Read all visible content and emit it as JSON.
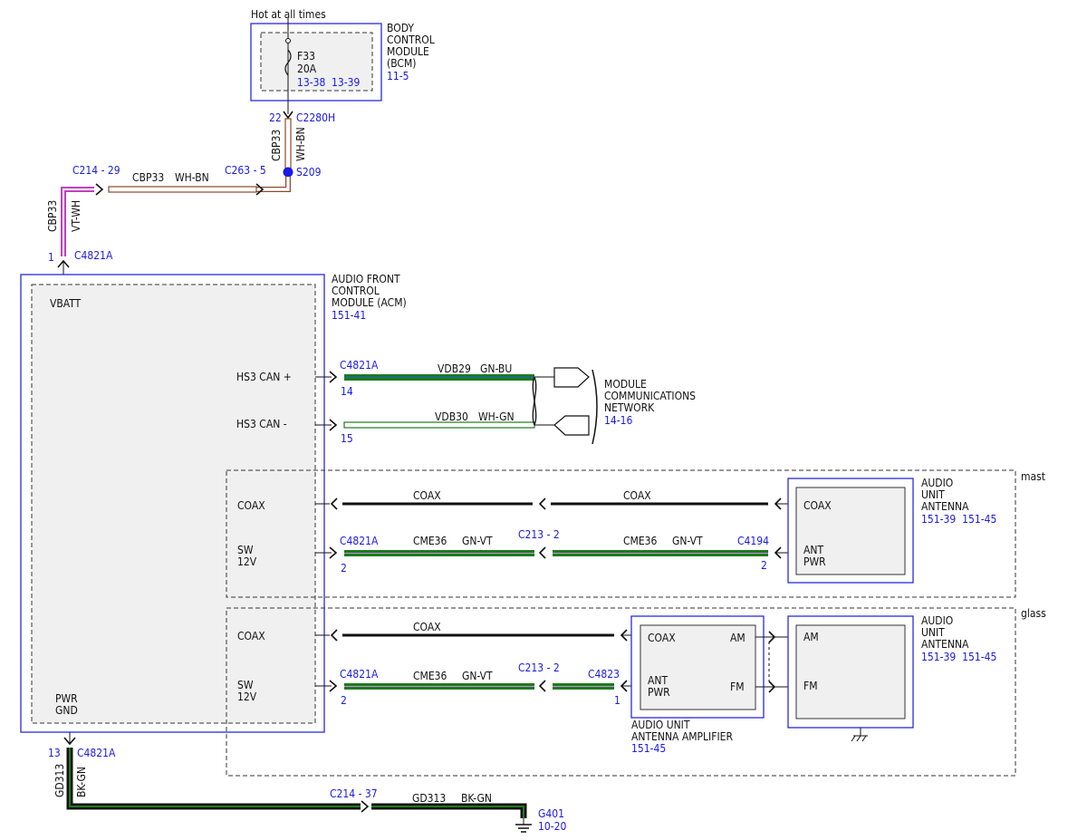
{
  "colors": {
    "module_border": "#2a2ae0",
    "label_blue": "#1a1ae6",
    "wire_green": "#1e7a1e",
    "wire_violet": "#c040c0",
    "wire_brown": "#8b4a2b",
    "wire_black": "#111111",
    "splice": "#1a1ae6"
  },
  "top": {
    "hot_label": "Hot at all times",
    "bcm": {
      "name_lines": [
        "BODY",
        "CONTROL",
        "MODULE",
        "(BCM)"
      ],
      "ref": "11-5",
      "fuse_name": "F33",
      "fuse_rating": "20A",
      "fuse_ref_1": "13-38",
      "fuse_ref_2": "13-39"
    },
    "c2280h_pin": "22",
    "c2280h": "C2280H",
    "vert_circuit": "CBP33",
    "vert_color": "WH-BN",
    "splice_name": "S209",
    "c214_29": "C214 - 29",
    "c263_5": "C263 - 5",
    "horiz_circuit": "CBP33",
    "horiz_color": "WH-BN",
    "left_circuit": "CBP33",
    "left_color": "VT-WH",
    "acm_vbatt_pin": "1",
    "acm_vbatt_conn": "C4821A"
  },
  "acm": {
    "name_lines": [
      "AUDIO FRONT",
      "CONTROL",
      "MODULE (ACM)"
    ],
    "ref": "151-41",
    "pins": {
      "vbatt": "VBATT",
      "hs3_can_plus": "HS3 CAN +",
      "hs3_can_minus": "HS3 CAN -",
      "coax_mast": "COAX",
      "sw_mast_1": "SW",
      "sw_mast_2": "12V",
      "coax_glass": "COAX",
      "sw_glass_1": "SW",
      "sw_glass_2": "12V",
      "pwr": "PWR",
      "gnd": "GND"
    }
  },
  "can": {
    "conn": "C4821A",
    "pin14": "14",
    "pin15": "15",
    "plus_circuit": "VDB29",
    "plus_color": "GN-BU",
    "minus_circuit": "VDB30",
    "minus_color": "WH-GN",
    "network_lines": [
      "MODULE",
      "COMMUNICATIONS",
      "NETWORK"
    ],
    "network_ref": "14-16"
  },
  "mast": {
    "region_label": "mast",
    "coax_left": "COAX",
    "coax_right": "COAX",
    "conn_acm": "C4821A",
    "pin_acm": "2",
    "circuit_left": "CME36",
    "color_left": "GN-VT",
    "inline_conn": "C213 - 2",
    "circuit_right": "CME36",
    "color_right": "GN-VT",
    "conn_ant": "C4194",
    "pin_ant": "2",
    "antenna_pin_coax": "COAX",
    "antenna_pin_ant": "ANT",
    "antenna_pin_pwr": "PWR",
    "antenna_lines": [
      "AUDIO",
      "UNIT",
      "ANTENNA"
    ],
    "antenna_ref": "151-39  151-45"
  },
  "glass": {
    "region_label": "glass",
    "coax": "COAX",
    "conn_acm": "C4821A",
    "pin_acm": "2",
    "circuit_left": "CME36",
    "color_left": "GN-VT",
    "inline_conn": "C213 - 2",
    "conn_amp": "C4823",
    "pin_amp": "1",
    "amp_coax": "COAX",
    "amp_am": "AM",
    "amp_ant": "ANT",
    "amp_pwr": "PWR",
    "amp_fm": "FM",
    "amp_lines": [
      "AUDIO UNIT",
      "ANTENNA AMPLIFIER"
    ],
    "amp_ref": "151-45",
    "ant_am": "AM",
    "ant_fm": "FM",
    "antenna_lines": [
      "AUDIO",
      "UNIT",
      "ANTENNA"
    ],
    "antenna_ref": "151-39  151-45"
  },
  "ground": {
    "pin": "13",
    "conn": "C4821A",
    "vert_circuit": "GD313",
    "vert_color": "BK-GN",
    "inline_conn": "C214 - 37",
    "horiz_circuit": "GD313",
    "horiz_color": "BK-GN",
    "ground_name": "G401",
    "ground_ref": "10-20"
  }
}
